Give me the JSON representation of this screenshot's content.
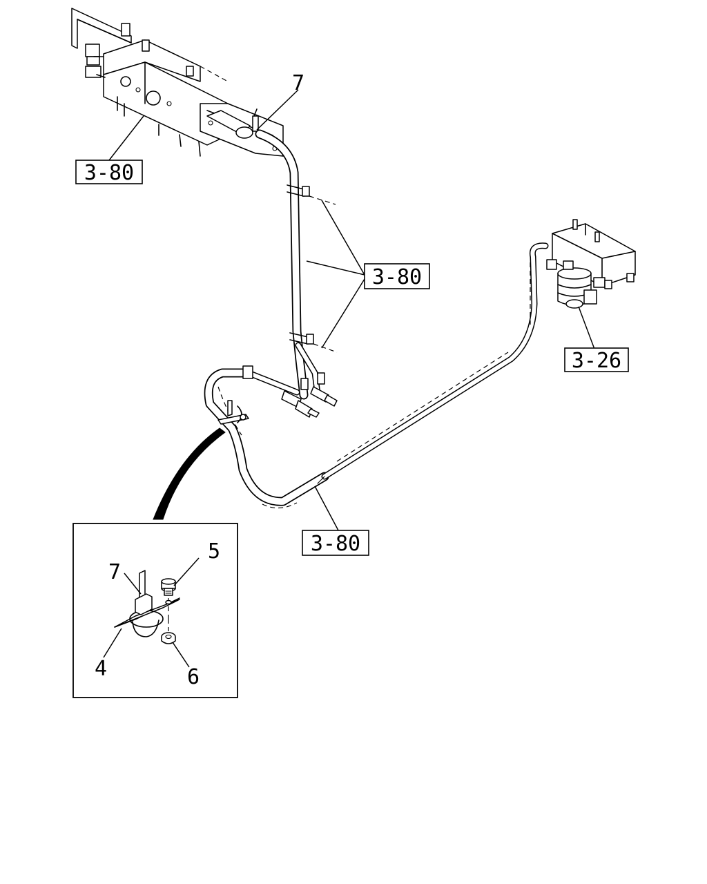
{
  "callouts": {
    "ref_top_left": "3-80",
    "ref_middle": "3-80",
    "ref_right": "3-26",
    "ref_bottom": "3-80",
    "part_7_top": "7"
  },
  "detail": {
    "part_5": "5",
    "part_7": "7",
    "part_4": "4",
    "part_6": "6"
  }
}
